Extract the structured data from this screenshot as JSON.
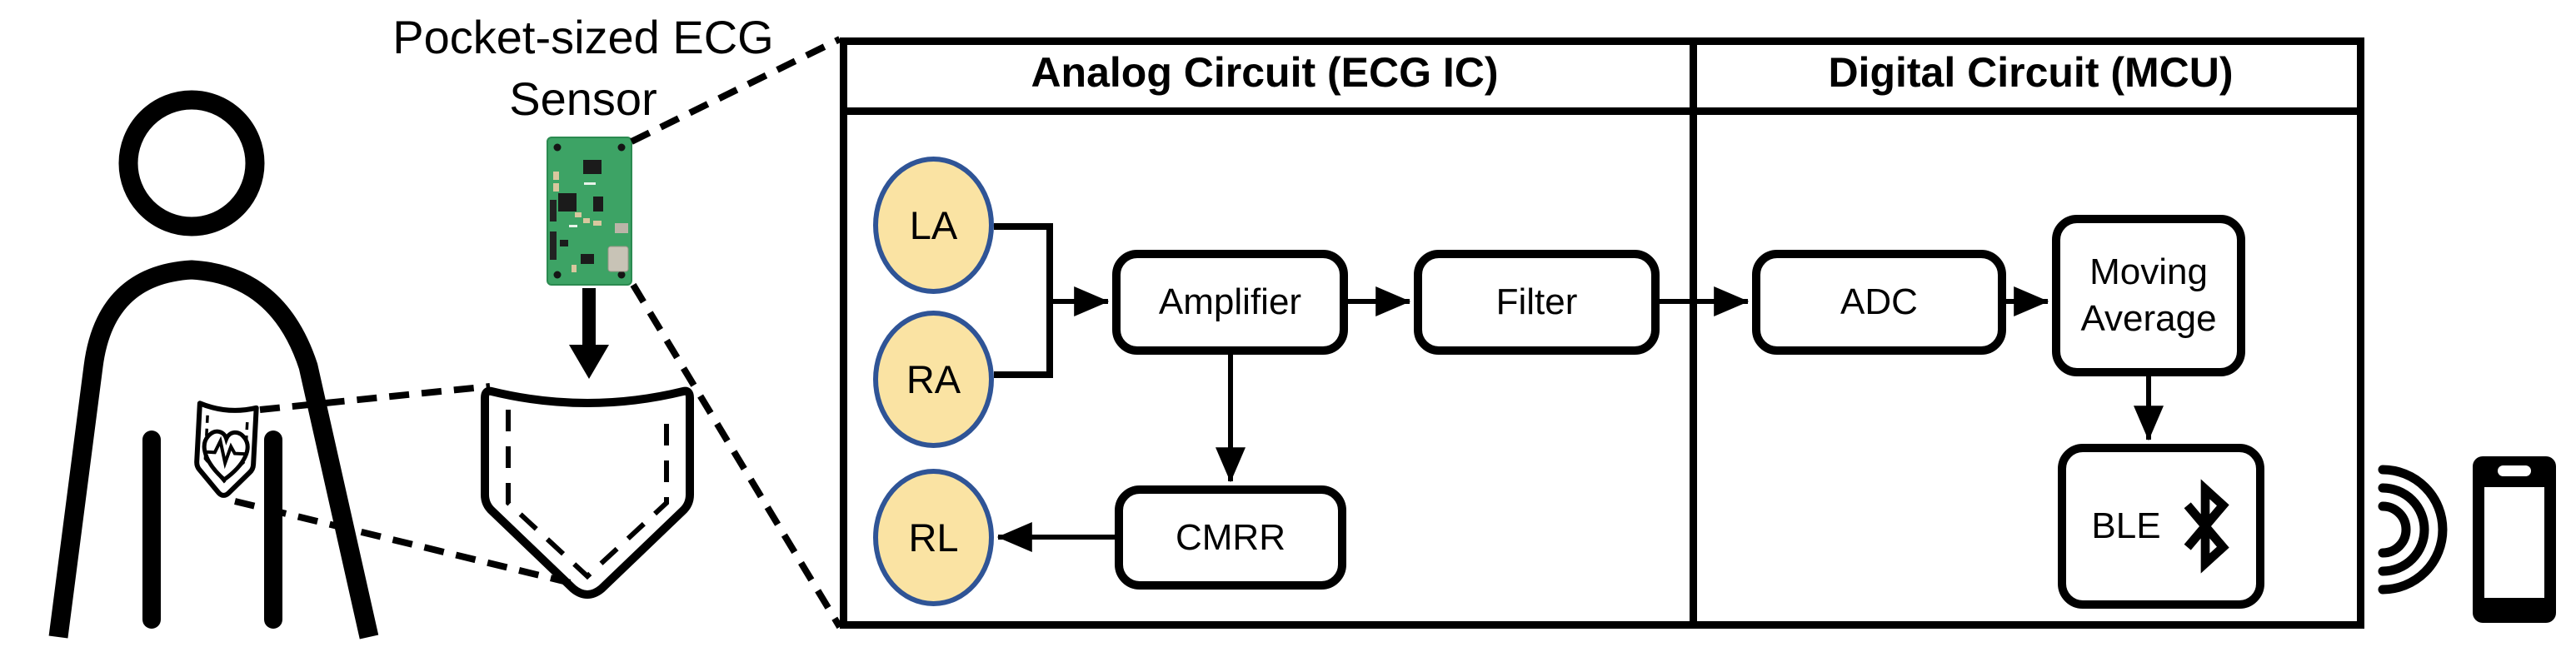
{
  "sensor": {
    "label": "Pocket-sized ECG\nSensor"
  },
  "diagram": {
    "headers": {
      "analog": "Analog Circuit (ECG IC)",
      "digital": "Digital Circuit (MCU)"
    },
    "electrodes": [
      {
        "label": "LA"
      },
      {
        "label": "RA"
      },
      {
        "label": "RL"
      }
    ],
    "blocks": {
      "amplifier": "Amplifier",
      "filter": "Filter",
      "cmrr": "CMRR",
      "adc": "ADC",
      "moving_average": "Moving\nAverage",
      "ble": "BLE"
    }
  },
  "icons": [
    "person-icon",
    "heart-pulse-icon",
    "pocket-icon",
    "pcb-icon",
    "down-arrow-icon",
    "bluetooth-icon",
    "wireless-signal-icon",
    "smartphone-icon"
  ],
  "colors": {
    "electrode_fill": "#FAE3A3",
    "electrode_border": "#2F5496",
    "pcb_green": "#3DA365",
    "line": "#000000"
  }
}
